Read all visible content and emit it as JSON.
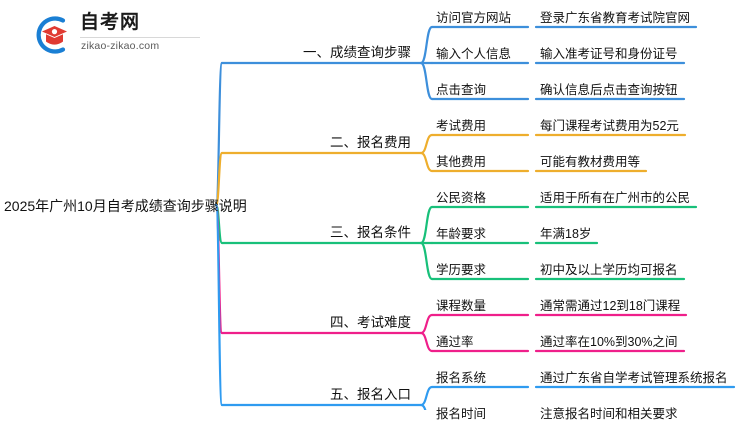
{
  "logo": {
    "name": "自考网",
    "url": "zikao-zikao.com",
    "mark_colors": {
      "arc": "#1a7fd4",
      "cap": "#e03a32"
    }
  },
  "root": {
    "label": "2025年广州10月自考成绩查询步骤说明"
  },
  "colors": {
    "blue": "#3d8fdb",
    "orange": "#eeae2d",
    "green": "#18c07a",
    "pink": "#ef1f8a",
    "blue2": "#2f9bf0"
  },
  "branches": [
    {
      "label": "一、成绩查询步骤",
      "color": "#3d8fdb",
      "children": [
        {
          "label": "访问官方网站",
          "detail": "登录广东省教育考试院官网"
        },
        {
          "label": "输入个人信息",
          "detail": "输入准考证号和身份证号"
        },
        {
          "label": "点击查询",
          "detail": "确认信息后点击查询按钮"
        }
      ]
    },
    {
      "label": "二、报名费用",
      "color": "#eeae2d",
      "children": [
        {
          "label": "考试费用",
          "detail": "每门课程考试费用为52元"
        },
        {
          "label": "其他费用",
          "detail": "可能有教材费用等"
        }
      ]
    },
    {
      "label": "三、报名条件",
      "color": "#18c07a",
      "children": [
        {
          "label": "公民资格",
          "detail": "适用于所有在广州市的公民"
        },
        {
          "label": "年龄要求",
          "detail": "年满18岁"
        },
        {
          "label": "学历要求",
          "detail": "初中及以上学历均可报名"
        }
      ]
    },
    {
      "label": "四、考试难度",
      "color": "#ef1f8a",
      "children": [
        {
          "label": "课程数量",
          "detail": "通常需通过12到18门课程"
        },
        {
          "label": "通过率",
          "detail": "通过率在10%到30%之间"
        }
      ]
    },
    {
      "label": "五、报名入口",
      "color": "#2f9bf0",
      "children": [
        {
          "label": "报名系统",
          "detail": "通过广东省自学考试管理系统报名"
        },
        {
          "label": "报名时间",
          "detail": "注意报名时间和相关要求"
        }
      ]
    }
  ]
}
